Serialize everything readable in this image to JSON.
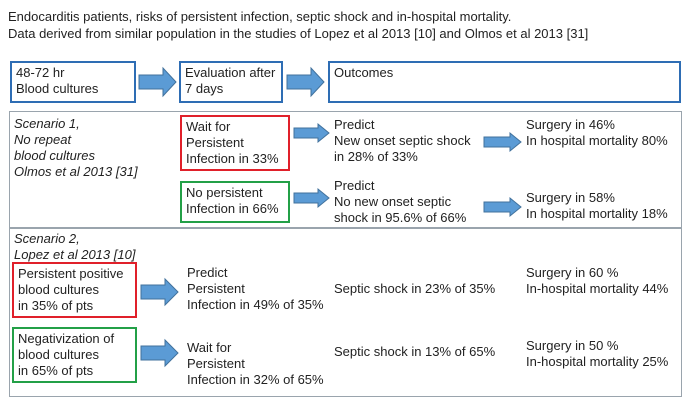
{
  "title": {
    "line1": "Endocarditis patients, risks of persistent infection, septic shock and in-hospital mortality.",
    "line2": "Data derived from similar population in the studies of Lopez et al 2013 [10] and Olmos et al 2013 [31]"
  },
  "header": {
    "cultures": [
      "48-72 hr",
      "Blood cultures"
    ],
    "evaluation": [
      "Evaluation after",
      "7 days"
    ],
    "outcomes": "Outcomes"
  },
  "scenario1": {
    "label": [
      "Scenario 1,",
      "No repeat",
      "blood cultures",
      "Olmos  et al 2013 [31]"
    ],
    "row1": {
      "box": [
        "Wait for",
        "Persistent",
        "Infection in 33%"
      ],
      "predict": [
        "Predict",
        "New onset septic shock",
        "in 28% of 33%"
      ],
      "outcome": [
        "Surgery in 46%",
        "In hospital mortality 80%"
      ]
    },
    "row2": {
      "box": [
        "No persistent",
        "Infection in 66%"
      ],
      "predict": [
        "Predict",
        "No new onset septic",
        "shock in 95.6% of 66%"
      ],
      "outcome": [
        "Surgery in 58%",
        "In hospital mortality 18%"
      ]
    }
  },
  "scenario2": {
    "label": [
      "Scenario 2,",
      "Lopez et al 2013 [10]"
    ],
    "row1": {
      "box": [
        "Persistent positive",
        "blood cultures",
        "in 35% of pts"
      ],
      "predict": [
        "Predict",
        "Persistent",
        "Infection in 49% of 35%"
      ],
      "shock": "Septic shock in 23% of 35%",
      "outcome": [
        "Surgery in 60 %",
        "In-hospital mortality 44%"
      ]
    },
    "row2": {
      "box": [
        "Negativization of",
        "blood cultures",
        "in 65% of pts"
      ],
      "predict": [
        "Wait for",
        "Persistent",
        "Infection in 32% of 65%"
      ],
      "shock": "Septic shock in 13% of 65%",
      "outcome": [
        "Surgery in 50 %",
        "In-hospital mortality 25%"
      ]
    }
  },
  "colors": {
    "blue_border": "#2e6db4",
    "red_border": "#e0202a",
    "green_border": "#23a047",
    "arrow_fill": "#5b9bd5",
    "arrow_stroke": "#41719c",
    "panel_border": "#9aa4ad"
  }
}
